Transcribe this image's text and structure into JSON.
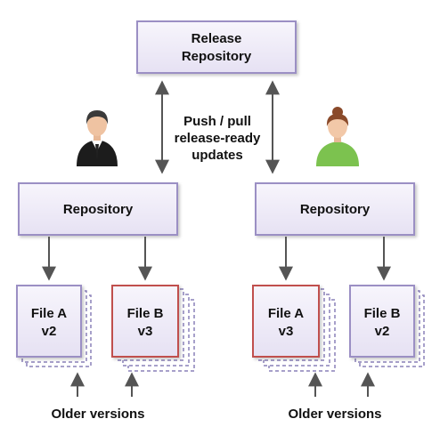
{
  "colors": {
    "box_fill": "#ede9f7",
    "box_border": "#9b8fc4",
    "highlight_border": "#c0504d",
    "stack_border": "#8a80b8",
    "arrow": "#555555",
    "text": "#111111"
  },
  "release_repo": {
    "line1": "Release",
    "line2": "Repository"
  },
  "push_pull": {
    "line1": "Push / pull",
    "line2": "release-ready",
    "line3": "updates"
  },
  "left": {
    "repo_label": "Repository",
    "file_a": {
      "name": "File A",
      "version": "v2",
      "highlighted": false
    },
    "file_b": {
      "name": "File B",
      "version": "v3",
      "highlighted": true
    },
    "older_label": "Older versions",
    "person": "man-icon"
  },
  "right": {
    "repo_label": "Repository",
    "file_a": {
      "name": "File A",
      "version": "v3",
      "highlighted": true
    },
    "file_b": {
      "name": "File B",
      "version": "v2",
      "highlighted": false
    },
    "older_label": "Older versions",
    "person": "woman-icon"
  }
}
